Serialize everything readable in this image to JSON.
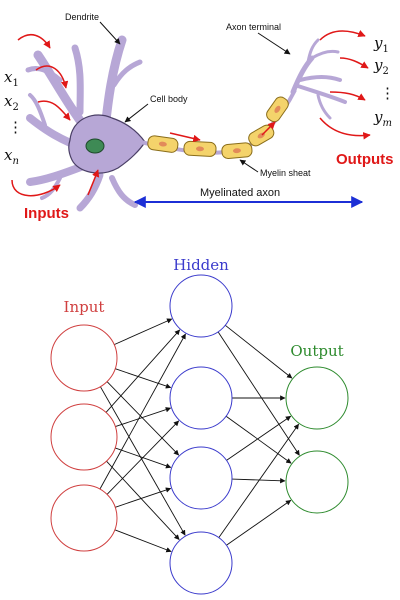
{
  "neuron": {
    "labels": {
      "dendrite": "Dendrite",
      "cell_body": "Cell body",
      "axon_terminal": "Axon terminal",
      "myelin_sheath": "Myelin sheat",
      "myelinated_axon": "Myelinated axon",
      "inputs": "Inputs",
      "outputs": "Outputs"
    },
    "input_vars": {
      "x1": "x",
      "x1_sub": "1",
      "x2": "x",
      "x2_sub": "2",
      "dots": "⋮",
      "xn": "x",
      "xn_sub": "n"
    },
    "output_vars": {
      "y1": "y",
      "y1_sub": "1",
      "y2": "y",
      "y2_sub": "2",
      "dots": "⋮",
      "ym": "y",
      "ym_sub": "m"
    }
  },
  "network": {
    "layers": [
      {
        "name": "Input",
        "color": "#d04040",
        "count": 3
      },
      {
        "name": "Hidden",
        "color": "#3b3bcc",
        "count": 4
      },
      {
        "name": "Output",
        "color": "#2e8b2e",
        "count": 2
      }
    ]
  },
  "colors": {
    "neuron_body": "#b7a7d6",
    "neuron_outline": "#4a3f66",
    "nucleus": "#3e8a55",
    "myelin": "#f4d36b",
    "myelin_outline": "#8a6d1a",
    "myelin_dot": "#e28a5a",
    "signal_arrow": "#e01818",
    "axon_span_arrow": "#1c2fd6",
    "edge": "#111111"
  }
}
